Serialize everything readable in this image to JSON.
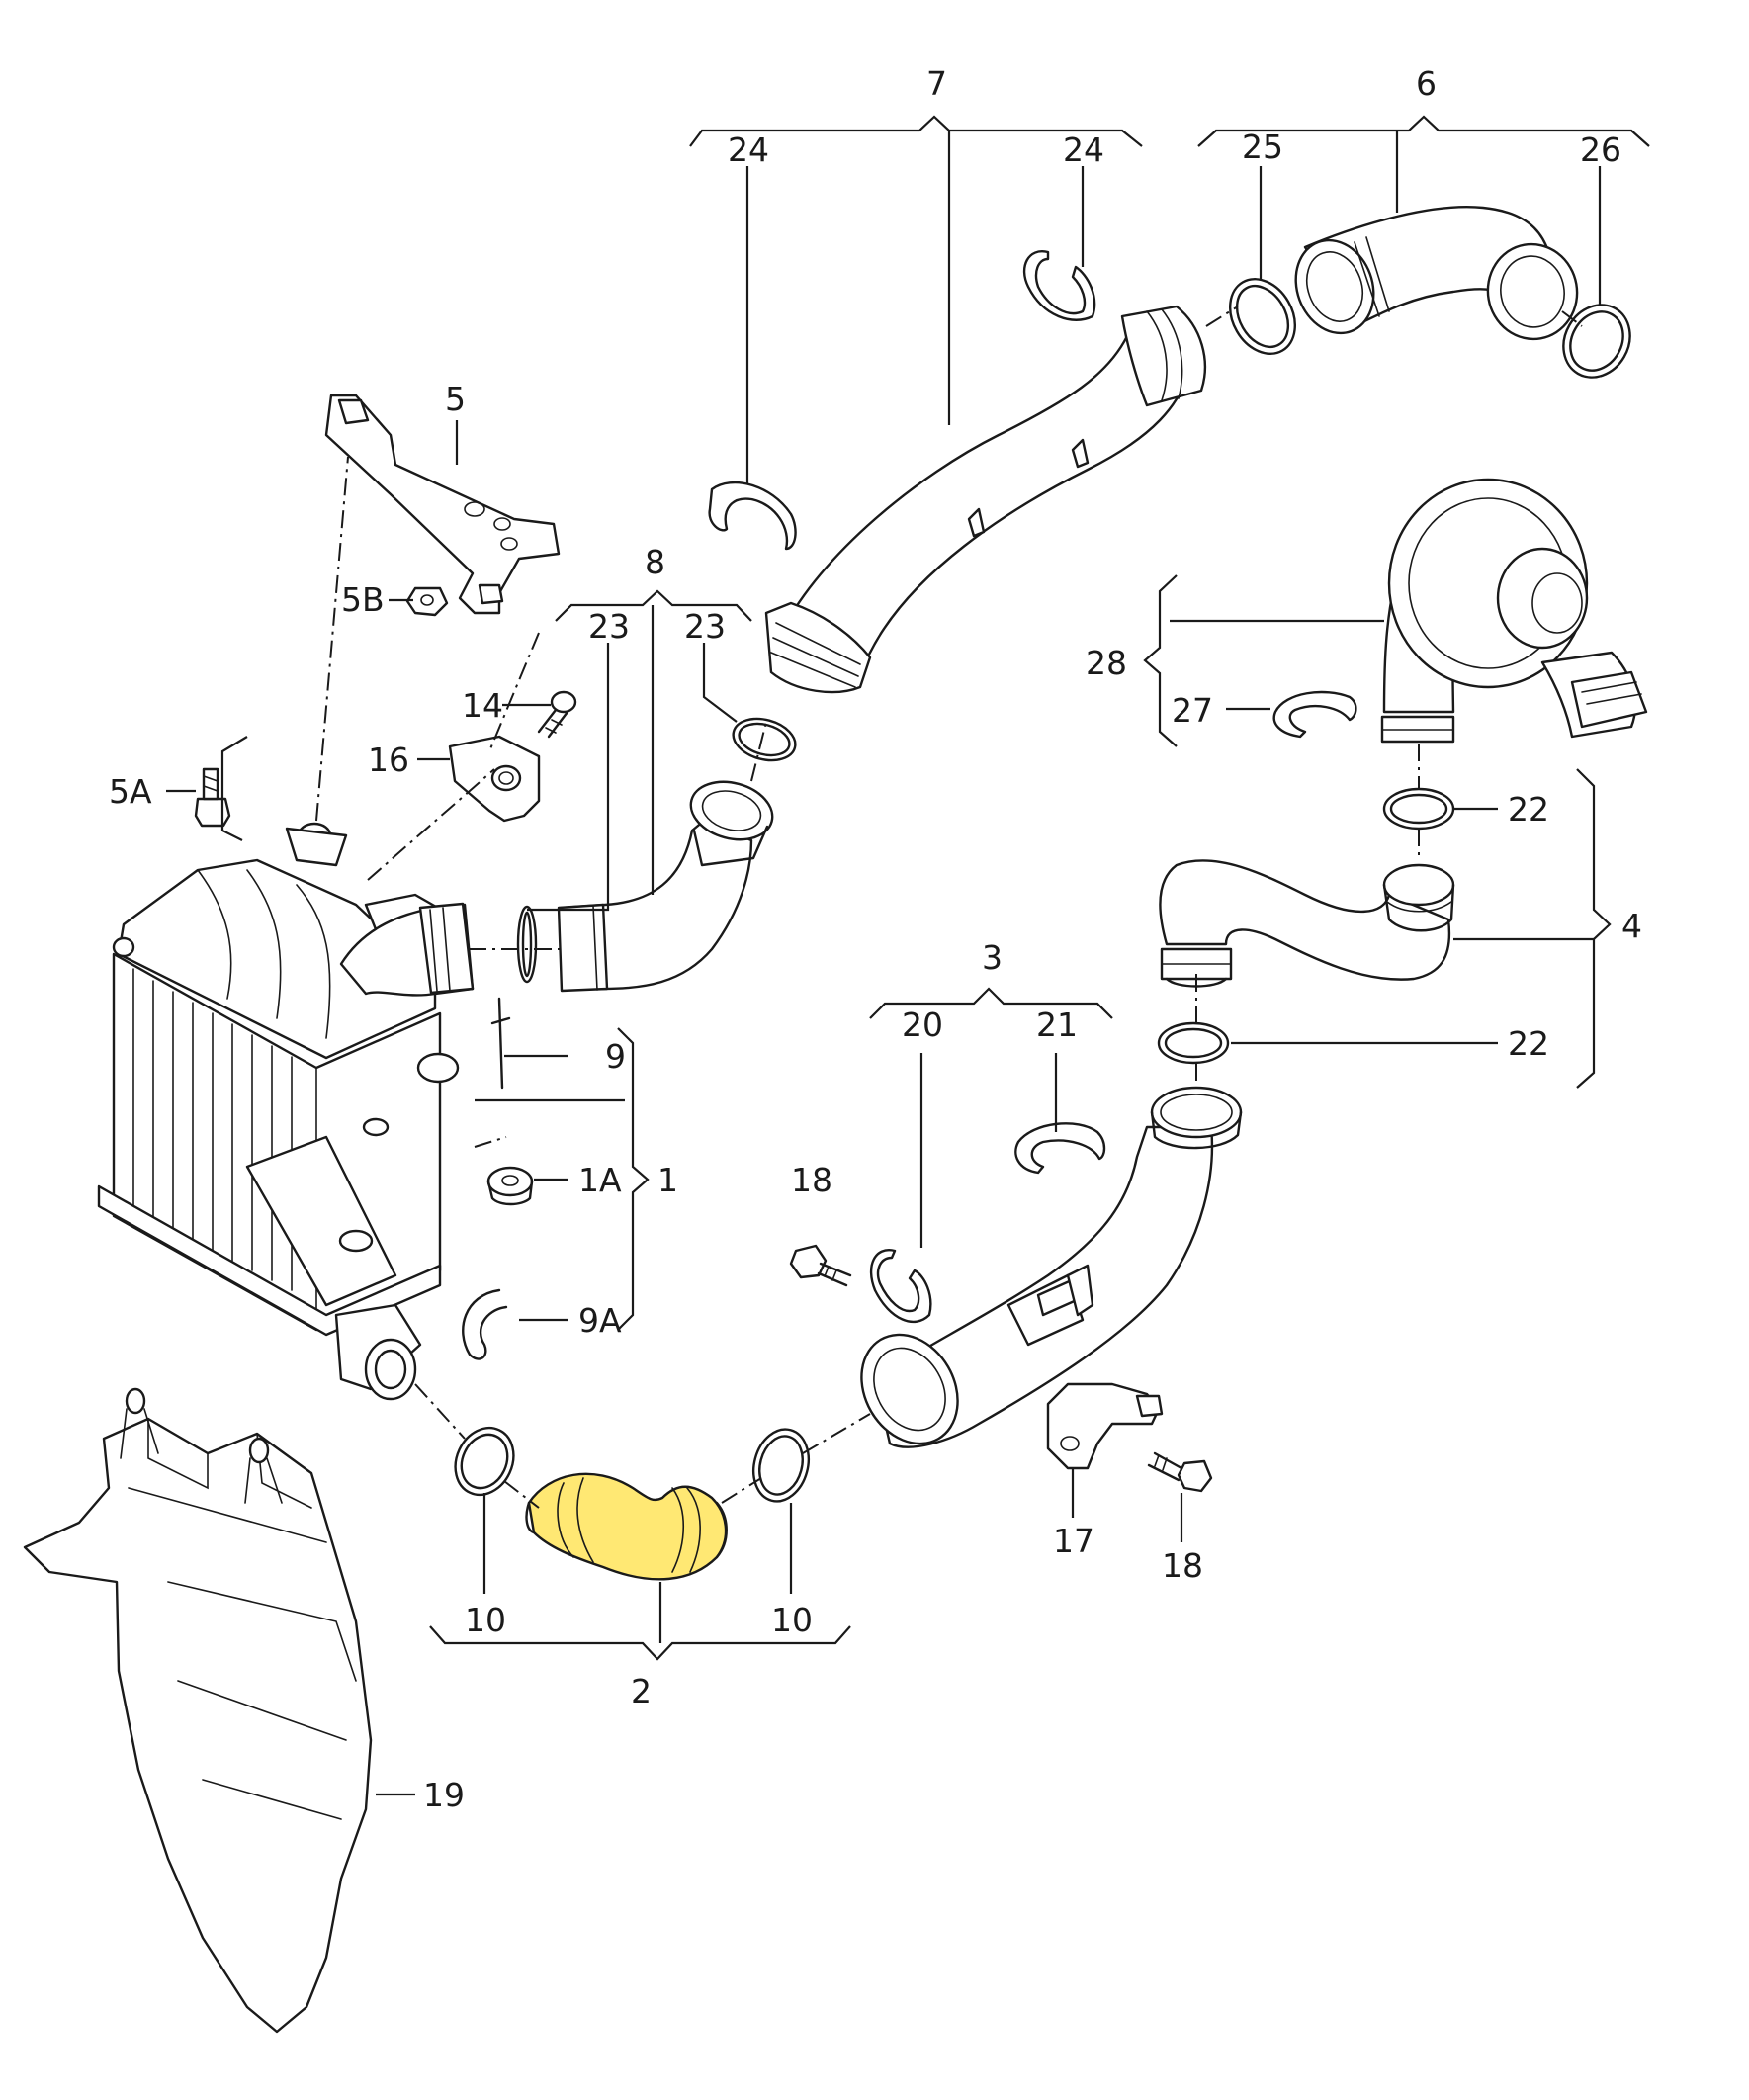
{
  "highlight_color": "#FFE873",
  "labels": {
    "p1": "1",
    "p1a": "1A",
    "p2": "2",
    "p3": "3",
    "p4": "4",
    "p5": "5",
    "p5a": "5A",
    "p5b": "5B",
    "p6": "6",
    "p7": "7",
    "p8": "8",
    "p9": "9",
    "p9a": "9A",
    "p10_left": "10",
    "p10_right": "10",
    "p14": "14",
    "p16": "16",
    "p17": "17",
    "p18_upper": "18",
    "p18_lower": "18",
    "p19": "19",
    "p20": "20",
    "p21": "21",
    "p22_upper": "22",
    "p22_lower": "22",
    "p23_left": "23",
    "p23_right": "23",
    "p24_left": "24",
    "p24_right": "24",
    "p25": "25",
    "p26": "26",
    "p27": "27",
    "p28": "28"
  }
}
